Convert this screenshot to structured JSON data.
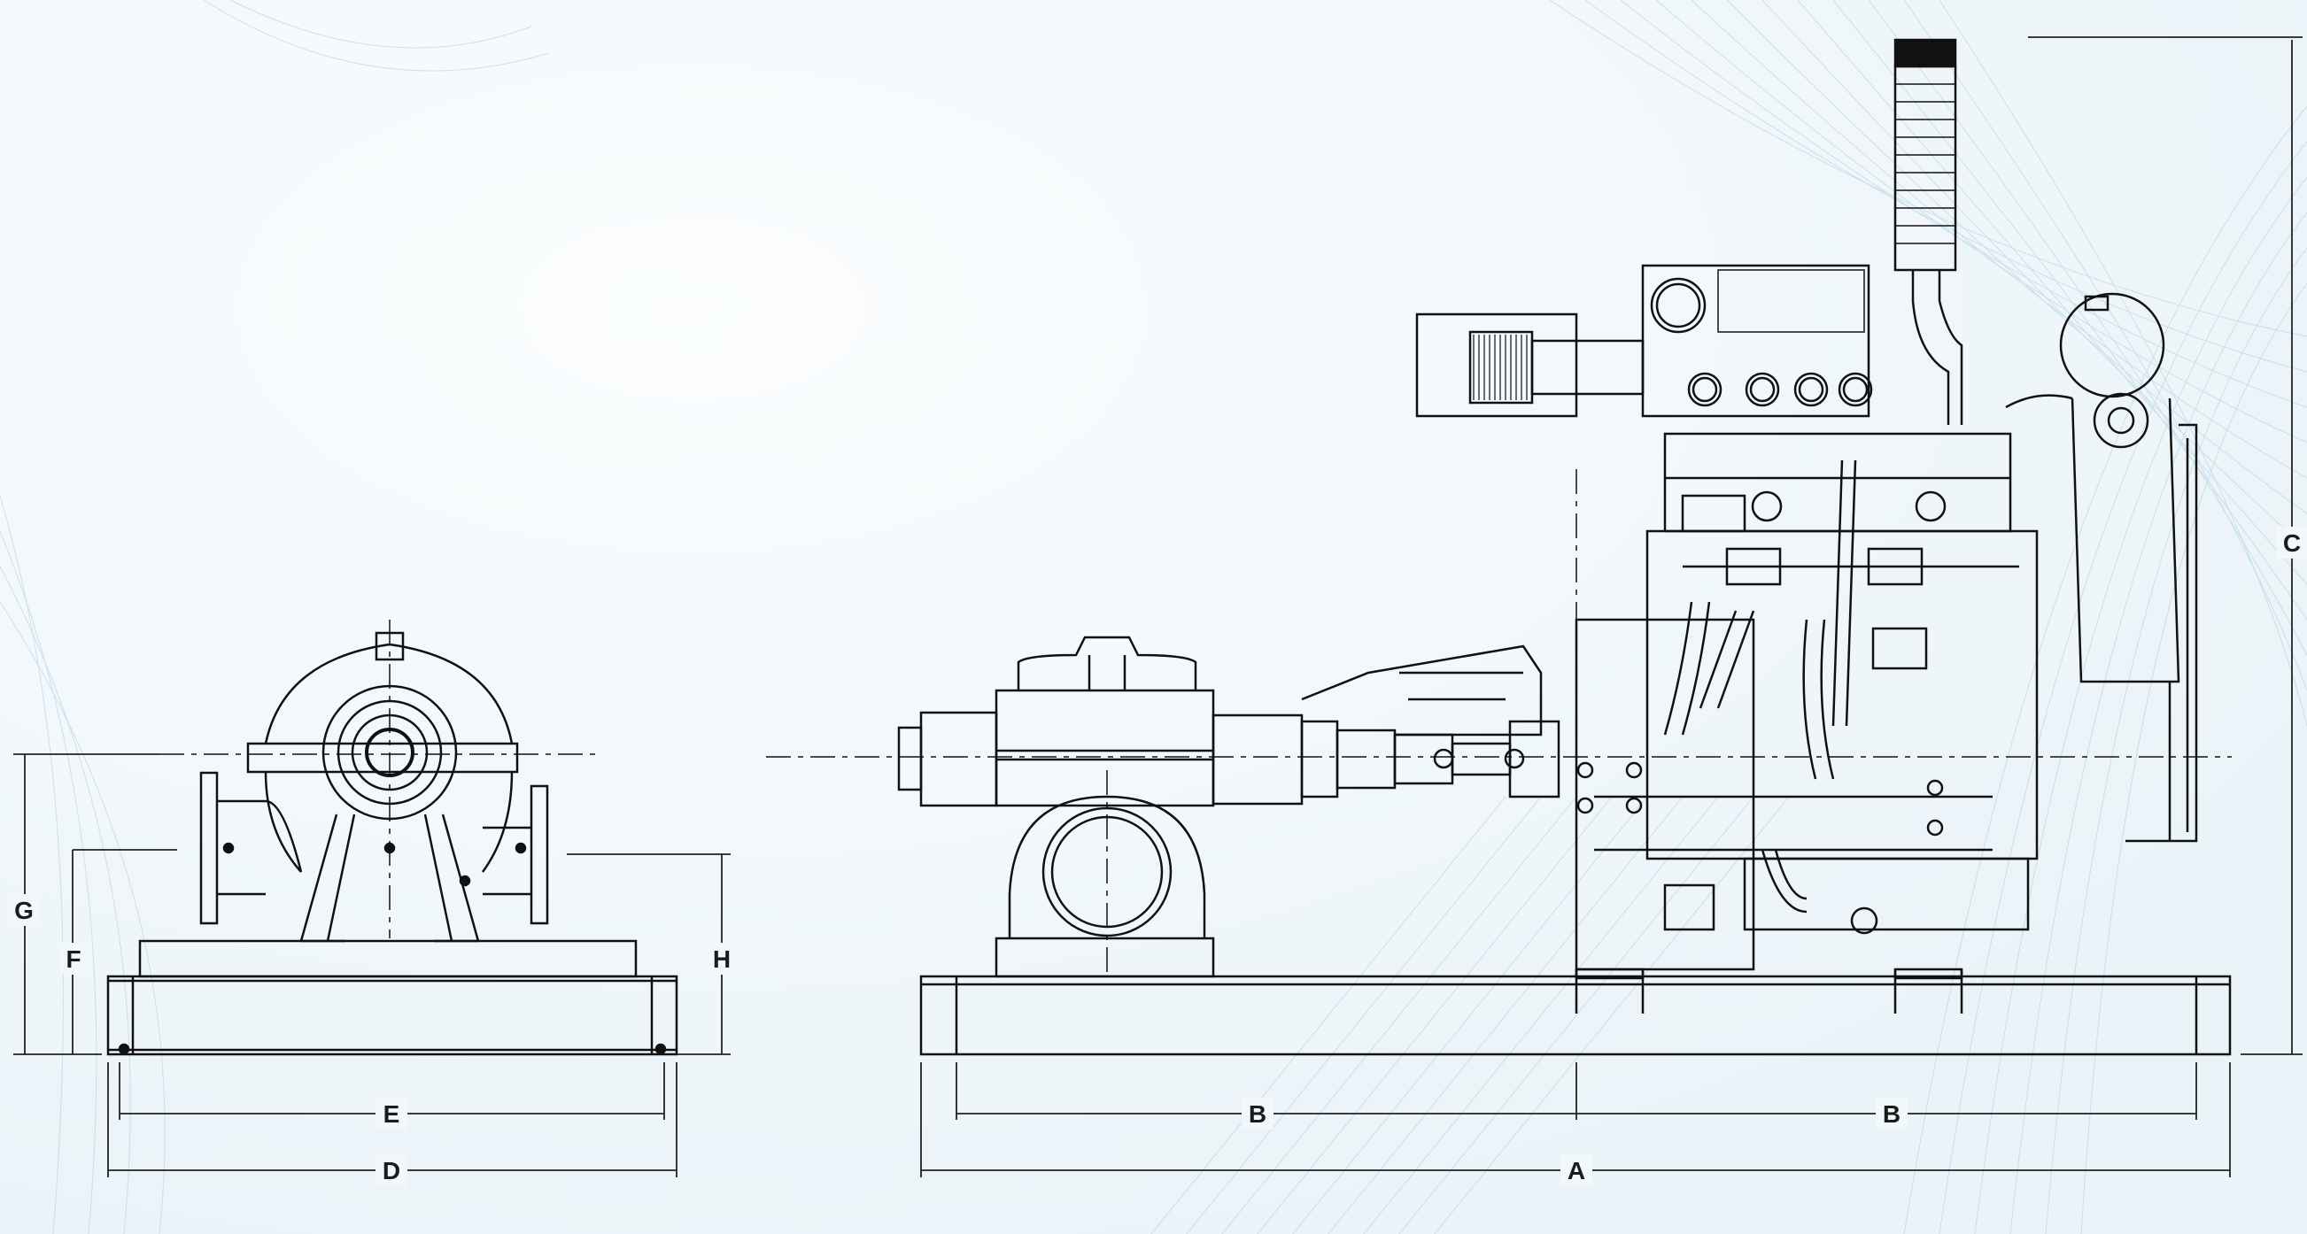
{
  "dimensions": {
    "A": "A",
    "B_left": "B",
    "B_right": "B",
    "C": "C",
    "D": "D",
    "E": "E",
    "F": "F",
    "G": "G",
    "H": "H"
  },
  "colors": {
    "background": "#f3f8fb",
    "linework": "#111111",
    "decor_lines": "#9fc6de"
  }
}
